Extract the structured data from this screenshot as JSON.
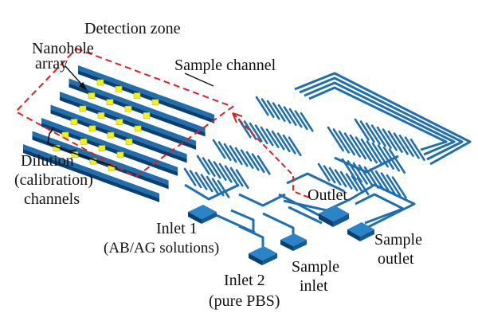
{
  "labels": {
    "detection_zone": "Detection zone",
    "nanohole_1": "Nanohole",
    "nanohole_2": "array",
    "sample_channel": "Sample channel",
    "dilution_1": "Dilution",
    "dilution_2": "(calibration)",
    "dilution_3": "channels",
    "outlet": "Outlet",
    "inlet1_1": "Inlet 1",
    "inlet1_2": "(AB/AG solutions)",
    "inlet2_1": "Inlet 2",
    "inlet2_2": "(pure PBS)",
    "sample_inlet_1": "Sample",
    "sample_inlet_2": "inlet",
    "sample_outlet_1": "Sample",
    "sample_outlet_2": "outlet"
  },
  "colors": {
    "channel_blue": "#1f6fb0",
    "channel_dark": "#0b3f6d",
    "nanohole_yellow": "#f2f21a",
    "zone_border": "#e02020",
    "text": "#111111"
  }
}
